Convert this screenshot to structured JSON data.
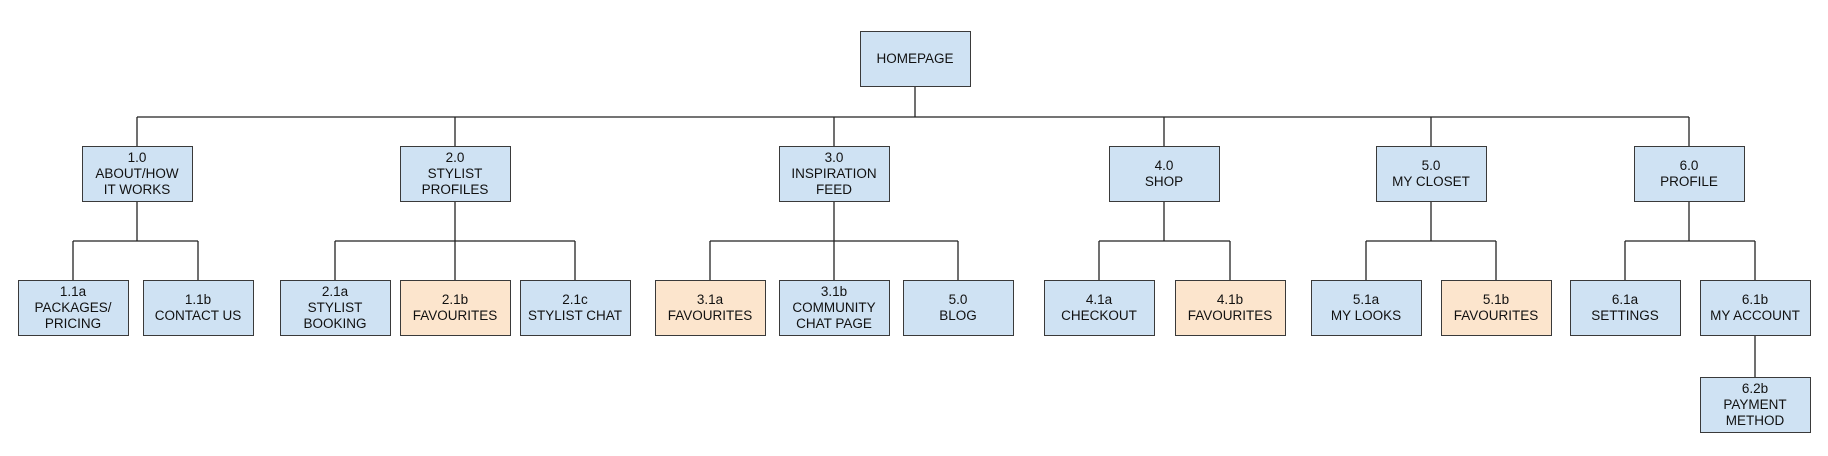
{
  "colors": {
    "default_fill": "#cfe2f3",
    "favourite_fill": "#fce5cd",
    "line": "#222222"
  },
  "root": {
    "id": "homepage",
    "lines": [
      "HOMEPAGE"
    ]
  },
  "sections": [
    {
      "id": "about",
      "lines": [
        "1.0",
        "ABOUT/HOW",
        "IT WORKS"
      ],
      "children": [
        {
          "id": "packages-pricing",
          "lines": [
            "1.1a",
            "PACKAGES/",
            "PRICING"
          ],
          "fill": "blue"
        },
        {
          "id": "contact-us",
          "lines": [
            "1.1b",
            "CONTACT US"
          ],
          "fill": "blue"
        }
      ]
    },
    {
      "id": "stylist-profiles",
      "lines": [
        "2.0",
        "STYLIST",
        "PROFILES"
      ],
      "children": [
        {
          "id": "stylist-booking",
          "lines": [
            "2.1a",
            "STYLIST",
            "BOOKING"
          ],
          "fill": "blue"
        },
        {
          "id": "favourites-2",
          "lines": [
            "2.1b",
            "FAVOURITES"
          ],
          "fill": "peach"
        },
        {
          "id": "stylist-chat",
          "lines": [
            "2.1c",
            "STYLIST CHAT"
          ],
          "fill": "blue"
        }
      ]
    },
    {
      "id": "inspiration-feed",
      "lines": [
        "3.0",
        "INSPIRATION",
        "FEED"
      ],
      "children": [
        {
          "id": "favourites-3",
          "lines": [
            "3.1a",
            "FAVOURITES"
          ],
          "fill": "peach"
        },
        {
          "id": "community-chat-page",
          "lines": [
            "3.1b",
            "COMMUNITY",
            "CHAT PAGE"
          ],
          "fill": "blue"
        },
        {
          "id": "blog",
          "lines": [
            "5.0",
            "BLOG"
          ],
          "fill": "blue"
        }
      ]
    },
    {
      "id": "shop",
      "lines": [
        "4.0",
        "SHOP"
      ],
      "children": [
        {
          "id": "checkout",
          "lines": [
            "4.1a",
            "CHECKOUT"
          ],
          "fill": "blue"
        },
        {
          "id": "favourites-4",
          "lines": [
            "4.1b",
            "FAVOURITES"
          ],
          "fill": "peach"
        }
      ]
    },
    {
      "id": "my-closet",
      "lines": [
        "5.0",
        "MY CLOSET"
      ],
      "children": [
        {
          "id": "my-looks",
          "lines": [
            "5.1a",
            "MY LOOKS"
          ],
          "fill": "blue"
        },
        {
          "id": "favourites-5",
          "lines": [
            "5.1b",
            "FAVOURITES"
          ],
          "fill": "peach"
        }
      ]
    },
    {
      "id": "profile",
      "lines": [
        "6.0",
        "PROFILE"
      ],
      "children": [
        {
          "id": "settings",
          "lines": [
            "6.1a",
            "SETTINGS"
          ],
          "fill": "blue"
        },
        {
          "id": "my-account",
          "lines": [
            "6.1b",
            "MY ACCOUNT"
          ],
          "fill": "blue",
          "children": [
            {
              "id": "payment-method",
              "lines": [
                "6.2b",
                "PAYMENT",
                "METHOD"
              ],
              "fill": "blue"
            }
          ]
        }
      ]
    }
  ]
}
